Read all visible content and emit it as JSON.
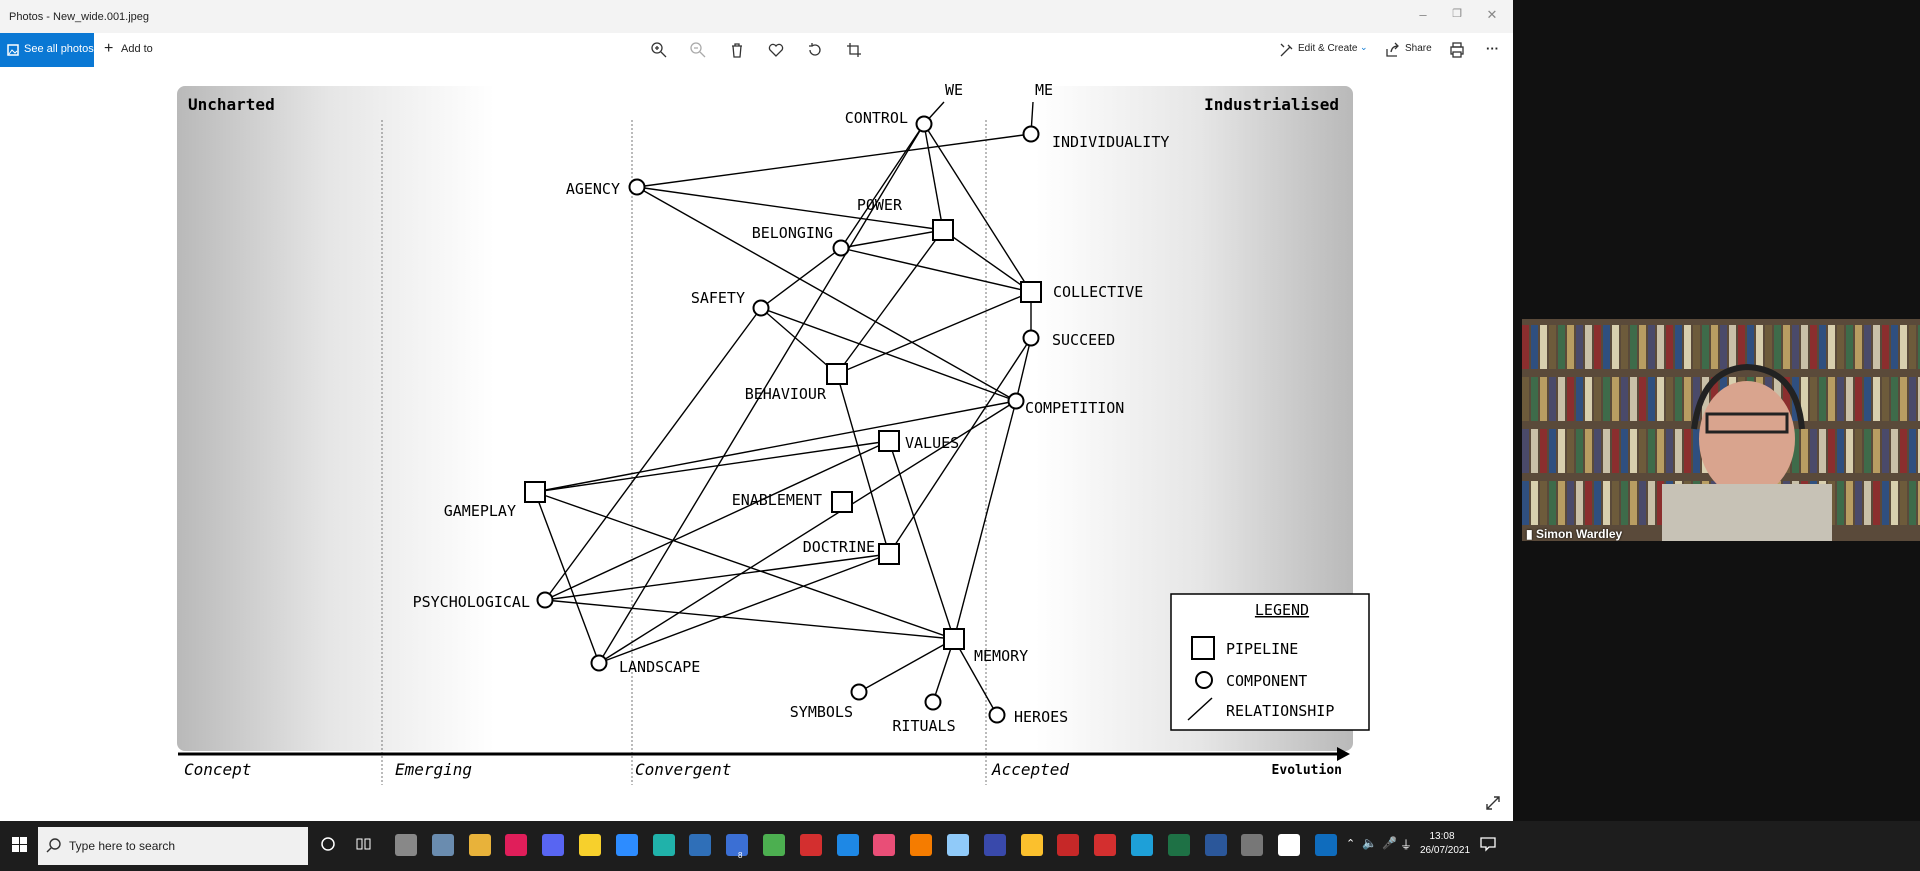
{
  "window": {
    "title": "Photos - New_wide.001.jpeg",
    "minimize": "–",
    "restore": "❐",
    "close": "✕"
  },
  "toolbar": {
    "see_all_label": "See all photos",
    "add_to_label": "Add to",
    "edit_create_label": "Edit & Create",
    "share_label": "Share",
    "more_label": "···"
  },
  "map": {
    "corner_left": "Uncharted",
    "corner_right": "Industrialised",
    "stages": [
      "Concept",
      "Emerging",
      "Convergent",
      "Accepted"
    ],
    "evolution_label": "Evolution",
    "legend": {
      "title": "LEGEND",
      "pipeline": "PIPELINE",
      "component": "COMPONENT",
      "relationship": "RELATIONSHIP"
    },
    "nodes": [
      {
        "id": "we",
        "label": "WE",
        "shape": "text"
      },
      {
        "id": "me",
        "label": "ME",
        "shape": "text"
      },
      {
        "id": "control",
        "label": "CONTROL",
        "shape": "circle"
      },
      {
        "id": "individuality",
        "label": "INDIVIDUALITY",
        "shape": "circle"
      },
      {
        "id": "agency",
        "label": "AGENCY",
        "shape": "circle"
      },
      {
        "id": "power",
        "label": "POWER",
        "shape": "square"
      },
      {
        "id": "belonging",
        "label": "BELONGING",
        "shape": "circle"
      },
      {
        "id": "safety",
        "label": "SAFETY",
        "shape": "circle"
      },
      {
        "id": "collective",
        "label": "COLLECTIVE",
        "shape": "square"
      },
      {
        "id": "succeed",
        "label": "SUCCEED",
        "shape": "circle"
      },
      {
        "id": "behaviour",
        "label": "BEHAVIOUR",
        "shape": "square"
      },
      {
        "id": "competition",
        "label": "COMPETITION",
        "shape": "circle"
      },
      {
        "id": "values",
        "label": "VALUES",
        "shape": "square"
      },
      {
        "id": "gameplay",
        "label": "GAMEPLAY",
        "shape": "square"
      },
      {
        "id": "enablement",
        "label": "ENABLEMENT",
        "shape": "square"
      },
      {
        "id": "doctrine",
        "label": "DOCTRINE",
        "shape": "square"
      },
      {
        "id": "psychological",
        "label": "PSYCHOLOGICAL",
        "shape": "circle"
      },
      {
        "id": "landscape",
        "label": "LANDSCAPE",
        "shape": "circle"
      },
      {
        "id": "memory",
        "label": "MEMORY",
        "shape": "square"
      },
      {
        "id": "symbols",
        "label": "SYMBOLS",
        "shape": "circle"
      },
      {
        "id": "rituals",
        "label": "RITUALS",
        "shape": "circle"
      },
      {
        "id": "heroes",
        "label": "HEROES",
        "shape": "circle"
      }
    ],
    "links": [
      [
        "control",
        "we"
      ],
      [
        "individuality",
        "me"
      ],
      [
        "agency",
        "individuality"
      ],
      [
        "agency",
        "power"
      ],
      [
        "agency",
        "competition"
      ],
      [
        "control",
        "belonging"
      ],
      [
        "control",
        "power"
      ],
      [
        "control",
        "collective"
      ],
      [
        "control",
        "landscape"
      ],
      [
        "belonging",
        "power"
      ],
      [
        "belonging",
        "collective"
      ],
      [
        "belonging",
        "safety"
      ],
      [
        "power",
        "collective"
      ],
      [
        "power",
        "behaviour"
      ],
      [
        "safety",
        "behaviour"
      ],
      [
        "safety",
        "competition"
      ],
      [
        "safety",
        "psychological"
      ],
      [
        "behaviour",
        "collective"
      ],
      [
        "behaviour",
        "doctrine"
      ],
      [
        "collective",
        "succeed"
      ],
      [
        "succeed",
        "competition"
      ],
      [
        "succeed",
        "doctrine"
      ],
      [
        "competition",
        "gameplay"
      ],
      [
        "competition",
        "landscape"
      ],
      [
        "competition",
        "memory"
      ],
      [
        "values",
        "gameplay"
      ],
      [
        "values",
        "psychological"
      ],
      [
        "values",
        "memory"
      ],
      [
        "gameplay",
        "memory"
      ],
      [
        "gameplay",
        "landscape"
      ],
      [
        "doctrine",
        "psychological"
      ],
      [
        "doctrine",
        "landscape"
      ],
      [
        "psychological",
        "memory"
      ],
      [
        "memory",
        "symbols"
      ],
      [
        "memory",
        "rituals"
      ],
      [
        "memory",
        "heroes"
      ]
    ]
  },
  "taskbar": {
    "search_placeholder": "Type here to search",
    "clock_time": "13:08",
    "clock_date": "26/07/2021",
    "mail_badge": "8"
  },
  "video": {
    "participant_name": "Simon Wardley"
  }
}
